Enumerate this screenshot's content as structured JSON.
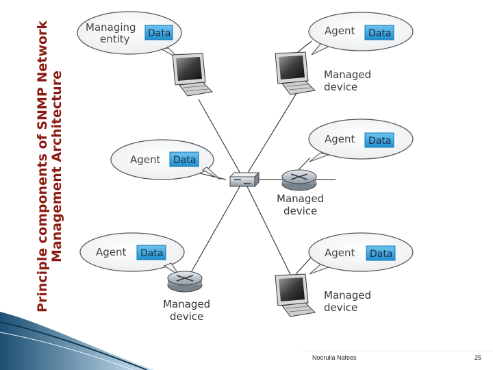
{
  "title": {
    "line1": "Principle components of SNMP Network",
    "line2": "Management Architecture"
  },
  "diagram": {
    "managing_entity": {
      "label_line1": "Managing",
      "label_line2": "entity",
      "data": "Data"
    },
    "agents": [
      {
        "agent": "Agent",
        "data": "Data"
      },
      {
        "agent": "Agent",
        "data": "Data"
      },
      {
        "agent": "Agent",
        "data": "Data"
      },
      {
        "agent": "Agent",
        "data": "Data"
      },
      {
        "agent": "Agent",
        "data": "Data"
      }
    ],
    "managed_devices": [
      {
        "line1": "Managed",
        "line2": "device"
      },
      {
        "line1": "Managed",
        "line2": "device"
      },
      {
        "line1": "Managed",
        "line2": "device"
      },
      {
        "line1": "Managed",
        "line2": "device"
      }
    ]
  },
  "footer": {
    "author": "Noorulla Nafees",
    "page": "25"
  },
  "colors": {
    "title": "#8b1a12",
    "data_box": "#1e8fd0",
    "accent_strip": "#2a6f9a"
  }
}
